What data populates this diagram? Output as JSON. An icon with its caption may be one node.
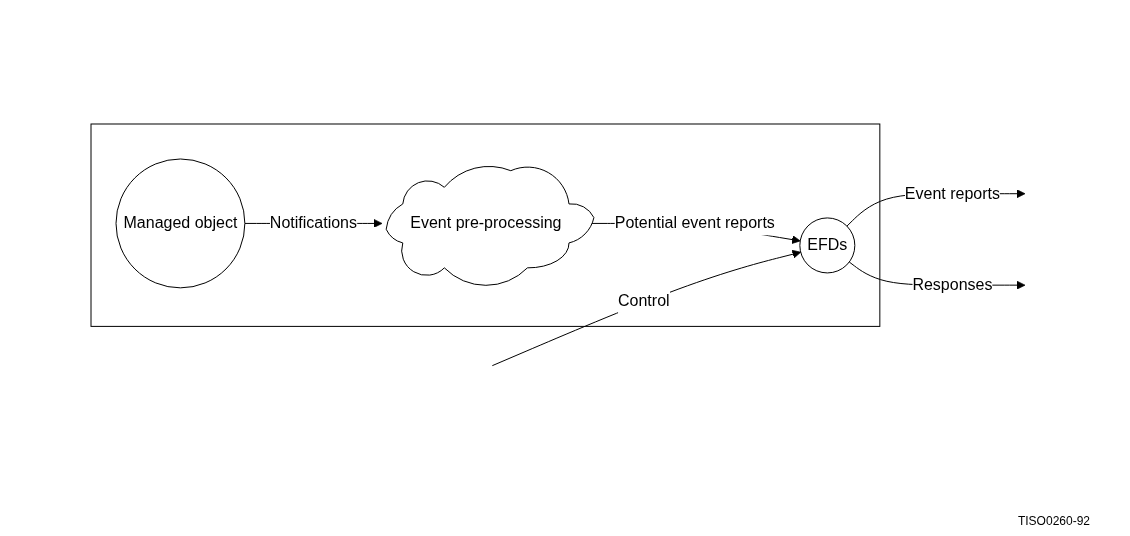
{
  "diagram": {
    "nodes": [
      {
        "text": [],
        "shape": "box"
      },
      {
        "text": [
          "Managed object"
        ],
        "in": 0
      },
      {
        "text": [
          "Event pre-processing"
        ],
        "in": 0
      },
      {
        "text": [
          "EFDs"
        ],
        "in": 0
      }
    ],
    "edges": [
      {
        "from": 1,
        "to": 2,
        "arrow": "to",
        "label": "Notifications"
      },
      {
        "from": 2,
        "to": 3,
        "arrow": "to",
        "label": "Potential event reports"
      },
      {
        "from": 3,
        "to": null,
        "arrow": "to",
        "label": "Event reports"
      },
      {
        "from": 3,
        "to": null,
        "arrow": "to",
        "label": "Responses"
      },
      {
        "from": null,
        "to": 3,
        "arrow": "to",
        "label": "Control"
      }
    ],
    "labels": [
      "TISO0260-92"
    ]
  }
}
